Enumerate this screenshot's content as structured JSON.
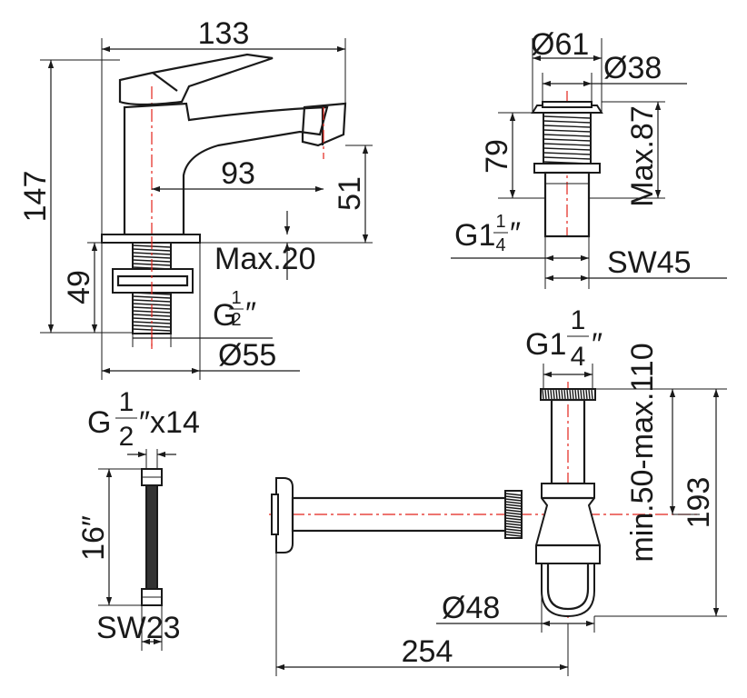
{
  "faucet": {
    "width": "133",
    "height": "147",
    "reach": "93",
    "spout_height": "51",
    "shank_length": "49",
    "max_deck": "Max.20",
    "thread_prefix": "G",
    "thread_num": "1",
    "thread_den": "2",
    "thread_suffix": "″",
    "base_diameter": "Ø55"
  },
  "pop_up_waste": {
    "top_diameter": "Ø61",
    "inner_diameter": "Ø38",
    "height": "79",
    "max_height": "Max.87",
    "thread_prefix": "G1",
    "thread_num": "1",
    "thread_den": "4",
    "thread_suffix": "″",
    "wrench": "SW45"
  },
  "hose": {
    "thread_prefix": "G",
    "thread_num": "1",
    "thread_den": "2",
    "thread_suffix": "″x14",
    "length": "16″",
    "wrench": "SW23"
  },
  "siphon": {
    "thread_prefix": "G1",
    "thread_num": "1",
    "thread_den": "4",
    "thread_suffix": "″",
    "adjust": "min.50-max.110",
    "height": "193",
    "cup_diameter": "Ø48",
    "length": "254"
  }
}
